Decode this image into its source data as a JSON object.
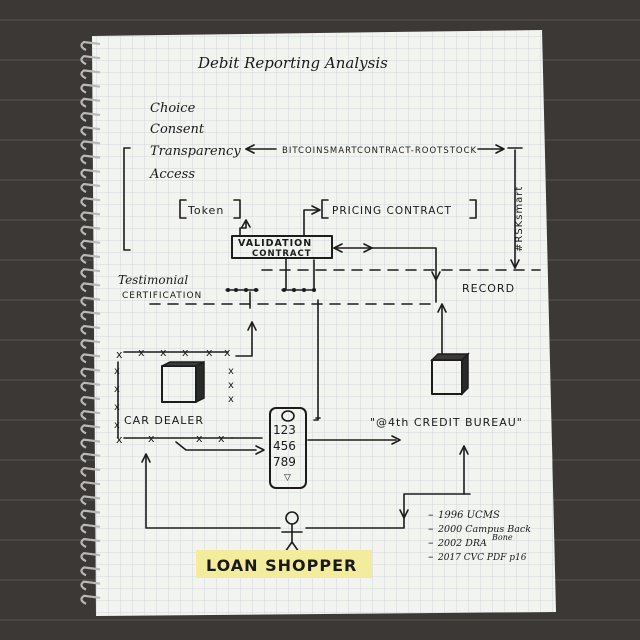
{
  "title": "Debit Reporting Analysis",
  "principles": [
    "Choice",
    "Consent",
    "Transparency",
    "Access"
  ],
  "bitcoin_line_label": "BITCOINSMARTCONTRACT-ROOTSTOCK",
  "rsk_label": "#RSKsmart",
  "token_label": "Token",
  "pricing_contract_label": "PRICING CONTRACT",
  "validation_contract_label_1": "VALIDATION",
  "validation_contract_label_2": "CONTRACT",
  "testimonial_label_1": "Testimonial",
  "testimonial_label_2": "CERTIFICATION",
  "record_label": "RECORD",
  "car_dealer_label": "CAR DEALER",
  "phone_keys": [
    "123",
    "456",
    "789"
  ],
  "credit_bureau_label": "\"@4th CREDIT BUREAU\"",
  "loan_shopper_label": "LOAN SHOPPER",
  "references": [
    "1996 UCMS",
    "2000 Campus Back",
    "2002 DRA",
    "2017 CVC PDF p16"
  ],
  "references_extra": "Bone",
  "colors": {
    "paper": "#f3f3ef",
    "grid": "#c9d0d6",
    "ink": "#1c1c1c",
    "highlight": "#f2ec9c",
    "background": "#3b3836"
  }
}
